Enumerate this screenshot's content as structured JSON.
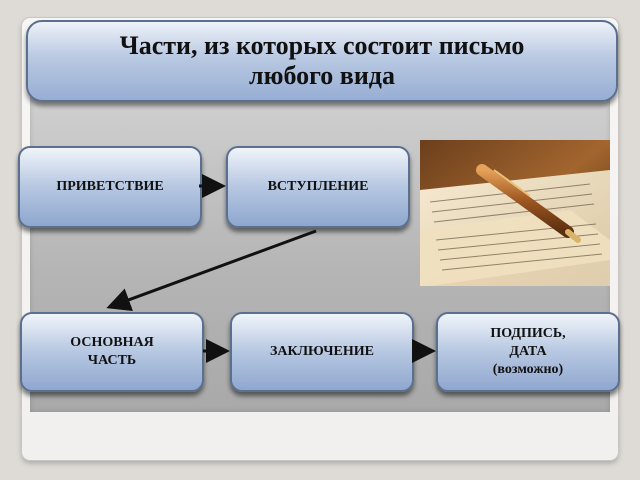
{
  "title": "Части, из которых состоит письмо любого вида",
  "nodes": {
    "greeting": "ПРИВЕТСТВИЕ",
    "introduction": "ВСТУПЛЕНИЕ",
    "main_part": "ОСНОВНАЯ ЧАСТЬ",
    "conclusion": "ЗАКЛЮЧЕНИЕ",
    "signature_line1": "ПОДПИСЬ,",
    "signature_line2": "ДАТА",
    "signature_line3": "(возможно)"
  },
  "edges": [
    {
      "from": "greeting",
      "to": "introduction"
    },
    {
      "from": "introduction",
      "to": "main_part"
    },
    {
      "from": "main_part",
      "to": "conclusion"
    },
    {
      "from": "conclusion",
      "to": "signature"
    }
  ],
  "colors": {
    "box_top": "#f0f4fa",
    "box_bottom": "#8fa7cf",
    "box_border": "#5b6f8e",
    "arrow": "#111111"
  },
  "icons": {
    "photo": "letter-and-pen-photo"
  }
}
